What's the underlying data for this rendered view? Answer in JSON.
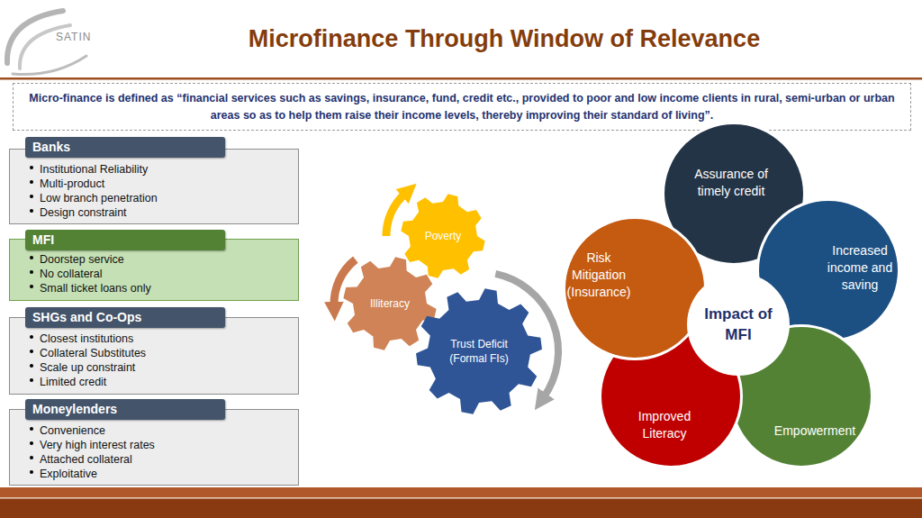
{
  "diagram": {
    "title": "Microfinance Through Window of Relevance",
    "nodes": [
      {
        "text": [
          "Micro-finance is defined as “financial services such as savings, insurance, fund, credit etc., provided to poor and low income clients in rural, semi-urban or urban areas so as to help them raise their income levels, thereby improving their standard of living”."
        ]
      },
      {
        "text": [
          "Banks",
          "Institutional Reliability",
          "Multi-product",
          "Low branch penetration",
          "Design constraint"
        ]
      },
      {
        "text": [
          "MFI",
          "Doorstep service",
          "No collateral",
          "Small ticket loans only"
        ]
      },
      {
        "text": [
          "SHGs and Co-Ops",
          "Closest institutions",
          "Collateral Substitutes",
          "Scale up constraint",
          "Limited credit"
        ]
      },
      {
        "text": [
          "Moneylenders",
          "Convenience",
          "Very high interest rates",
          "Attached collateral",
          "Exploitative"
        ]
      },
      {
        "text": [
          "Poverty"
        ]
      },
      {
        "text": [
          "Illiteracy"
        ]
      },
      {
        "text": [
          "Trust Deficit (Formal FIs)"
        ]
      },
      {
        "text": [
          "Assurance of timely credit"
        ]
      },
      {
        "text": [
          "Increased income and saving"
        ]
      },
      {
        "text": [
          "Empowerment"
        ]
      },
      {
        "text": [
          "Improved Literacy"
        ]
      },
      {
        "text": [
          "Risk Mitigation (Insurance)"
        ]
      },
      {
        "text": [
          "Impact of MFI"
        ]
      }
    ],
    "labels": [
      "SATIN"
    ]
  }
}
